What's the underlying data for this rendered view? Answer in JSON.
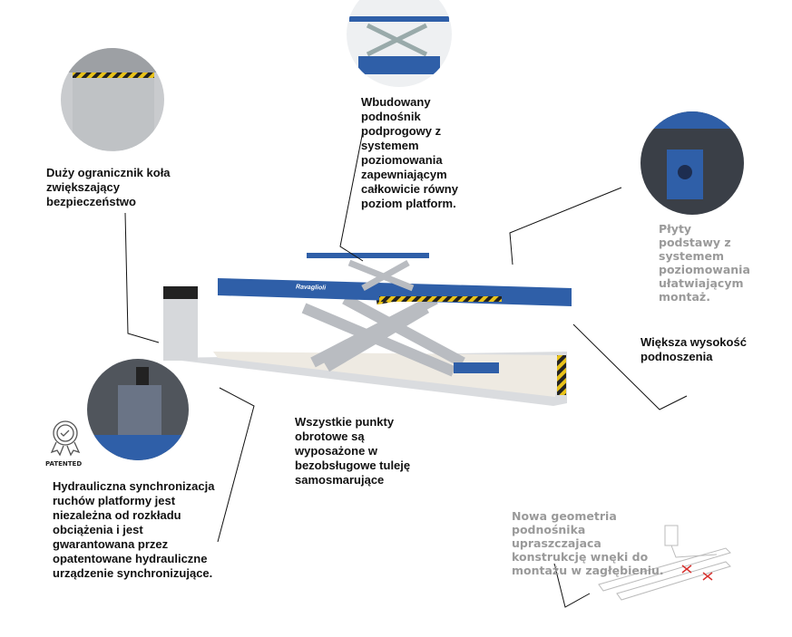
{
  "callouts": {
    "wheel_stop": "Duży ogranicznik koła zwiększający bezpieczeństwo",
    "jack": "Wbudowany podnośnik podprogowy z systemem poziomowania zapewniającym całkowicie równy poziom platform.",
    "base_plates": "Płyty podstawy z systemem poziomowania ułatwiającym montaż.",
    "height": "Większa wysokość podnoszenia",
    "pivots": "Wszystkie punkty obrotowe są wyposażone w bezobsługowe tuleję samosmarujące",
    "hydraulic": "Hydrauliczna synchronizacja ruchów platformy jest niezależna od rozkładu obciążenia i jest gwarantowana przez opatentowane hydrauliczne urządzenie synchronizujące.",
    "geometry": "Nowa geometria podnośnika upraszczajaca konstrukcję wnęki do montażu w zagłębieniu."
  },
  "badge": {
    "label": "PATENTED"
  },
  "brand": "Ravaglioli",
  "colors": {
    "blue": "#2f5fa8",
    "grey": "#b9bcc1",
    "yellow": "#e8c21a",
    "red": "#d8322f"
  }
}
